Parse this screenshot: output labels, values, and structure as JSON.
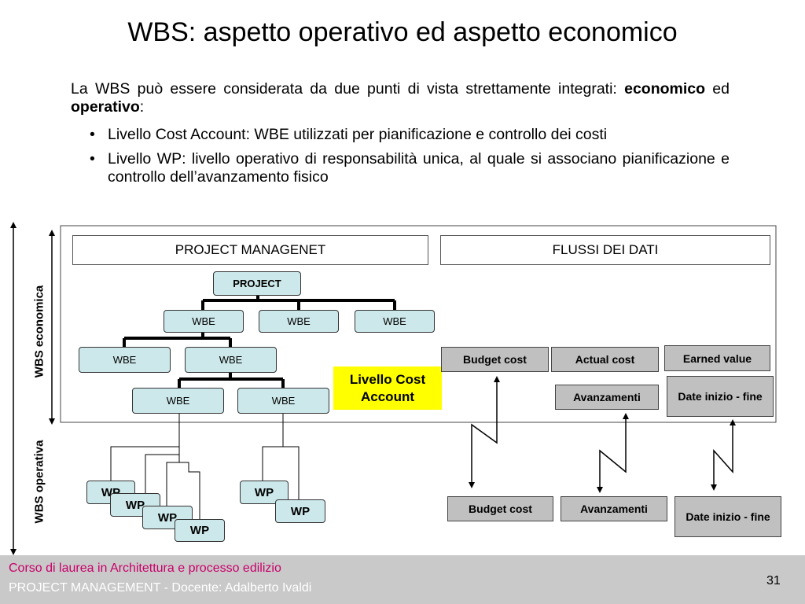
{
  "title": "WBS: aspetto operativo ed aspetto economico",
  "intro": {
    "text_start": "La WBS può essere considerata da due punti di vista strettamente integrati: ",
    "bold1": "economico",
    "mid": " ed ",
    "bold2": "operativo",
    "end": ":"
  },
  "bullets": [
    "Livello Cost Account: WBE utilizzati per pianificazione e controllo dei costi",
    "Livello WP: livello operativo di responsabilità unica, al quale si associano pianificazione e controllo dell’avanzamento fisico"
  ],
  "bullet_glyph": "•",
  "diagram": {
    "header_left": "PROJECT MANAGENET",
    "header_right": "FLUSSI DEI DATI",
    "project": "PROJECT",
    "wbe": "WBE",
    "wp": "WP",
    "cost_account": "Livello Cost Account",
    "side_economica": "WBS economica",
    "side_operativa": "WBS operativa",
    "top_budget": "Budget cost",
    "top_actual": "Actual cost",
    "top_earned": "Earned value",
    "top_avanz": "Avanzamenti",
    "top_date": "Date inizio - fine",
    "bot_budget": "Budget cost",
    "bot_avanz": "Avanzamenti",
    "bot_date": "Date inizio - fine"
  },
  "footer": {
    "course": "Corso di laurea in Architettura e processo edilizio",
    "pm": "PROJECT MANAGEMENT - Docente: Adalberto Ivaldi",
    "page": "31"
  },
  "colors": {
    "node_fill": "#cde8ea",
    "gray_fill": "#c0c0c0",
    "highlight": "#ffff00",
    "course_text": "#c8006a",
    "footer_bg": "#c9c9c9"
  }
}
